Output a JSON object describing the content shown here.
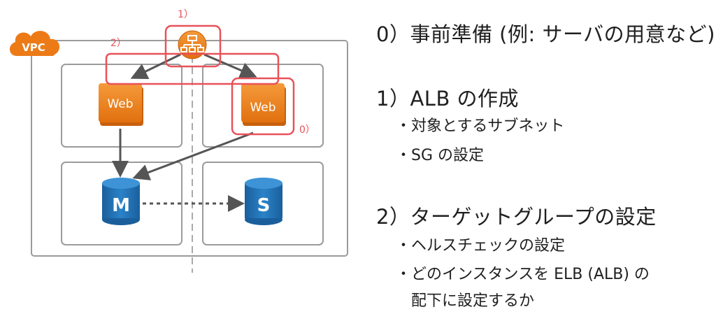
{
  "diagram": {
    "vpc_label": "VPC",
    "web_left_label": "Web",
    "web_right_label": "Web",
    "db_master_label": "M",
    "db_slave_label": "S",
    "marker_1": "1）",
    "marker_2": "2）",
    "marker_0": "0）",
    "colors": {
      "orange": "#ec7b17",
      "orange_dark": "#c8600c",
      "blue": "#1f6fb2",
      "highlight_red": "#e8525a",
      "box_gray": "#9b9b9b"
    }
  },
  "steps": {
    "step0": {
      "heading": "0）事前準備 (例: サーバの用意など)"
    },
    "step1": {
      "heading": "1）ALB の作成",
      "bullets": [
        "・対象とするサブネット",
        "・SG の設定"
      ]
    },
    "step2": {
      "heading": "2）ターゲットグループの設定",
      "bullets": [
        "・ヘルスチェックの設定",
        "・どのインスタンスを ELB (ALB) の",
        "配下に設定するか"
      ]
    }
  }
}
